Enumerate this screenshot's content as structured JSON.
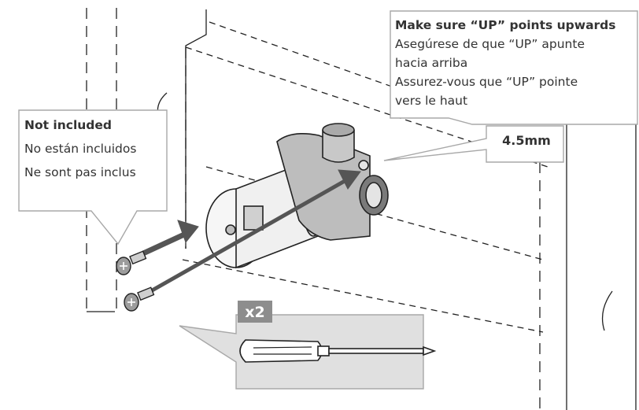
{
  "callouts": {
    "orientation": {
      "en": "Make sure “UP” points upwards",
      "es_line1": "Asegúrese de que “UP” apunte",
      "es_line2": "hacia arriba",
      "fr_line1": "Assurez-vous que “UP” pointe",
      "fr_line2": "vers le haut"
    },
    "not_included": {
      "en": "Not included",
      "es": "No están incluidos",
      "fr": "Ne sont pas inclus"
    },
    "drill_size": "4.5mm",
    "tool_quantity": "x2"
  },
  "icons": [
    "screwdriver-icon",
    "screw-icon",
    "arrow-icon",
    "valve-cartridge-icon"
  ],
  "colors": {
    "line": "#222222",
    "callout_border": "#a8a8a8",
    "tool_panel": "#e0e0e0",
    "badge": "#8d8d8d",
    "arrow": "#555555",
    "text": "#333333"
  }
}
